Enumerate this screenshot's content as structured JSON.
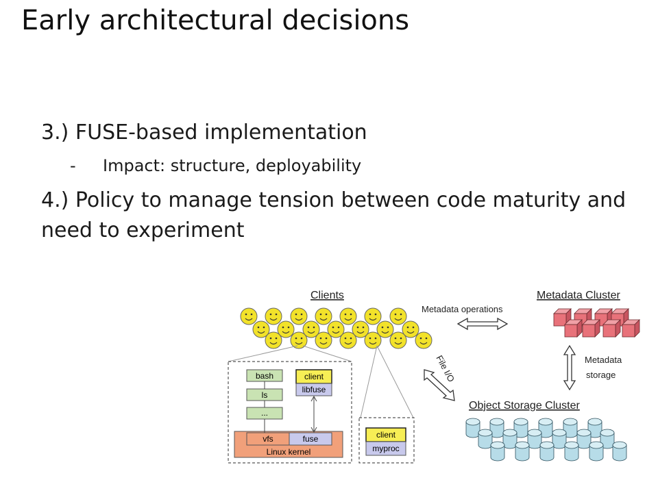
{
  "title": "Early architectural decisions",
  "bullets": {
    "item3": "3.) FUSE-based implementation",
    "item3_sub_marker": "-",
    "item3_sub": "Impact: structure, deployability",
    "item4": "4.) Policy to manage tension between code maturity and need to experiment"
  },
  "diagram": {
    "clients_label": "Clients",
    "metadata_ops_label": "Metadata operations",
    "metadata_cluster_label": "Metadata Cluster",
    "metadata_storage_label_1": "Metadata",
    "metadata_storage_label_2": "storage",
    "file_io_label": "File I/O",
    "object_storage_label": "Object Storage Cluster",
    "stack_bash": "bash",
    "stack_ls": "ls",
    "stack_more": "...",
    "stack_client": "client",
    "stack_libfuse": "libfuse",
    "stack_vfs": "vfs",
    "stack_fuse": "fuse",
    "stack_kernel": "Linux kernel",
    "myproc_client": "client",
    "myproc_label": "myproc",
    "colors": {
      "face": "#f2e22a",
      "green_box": "#c9e3b3",
      "yellow_box": "#f7ee55",
      "purple_box": "#c8c9ec",
      "kernel": "#f1a07a",
      "metadata_cube": "#e8727a",
      "storage_cylinder": "#b7dce8"
    }
  }
}
